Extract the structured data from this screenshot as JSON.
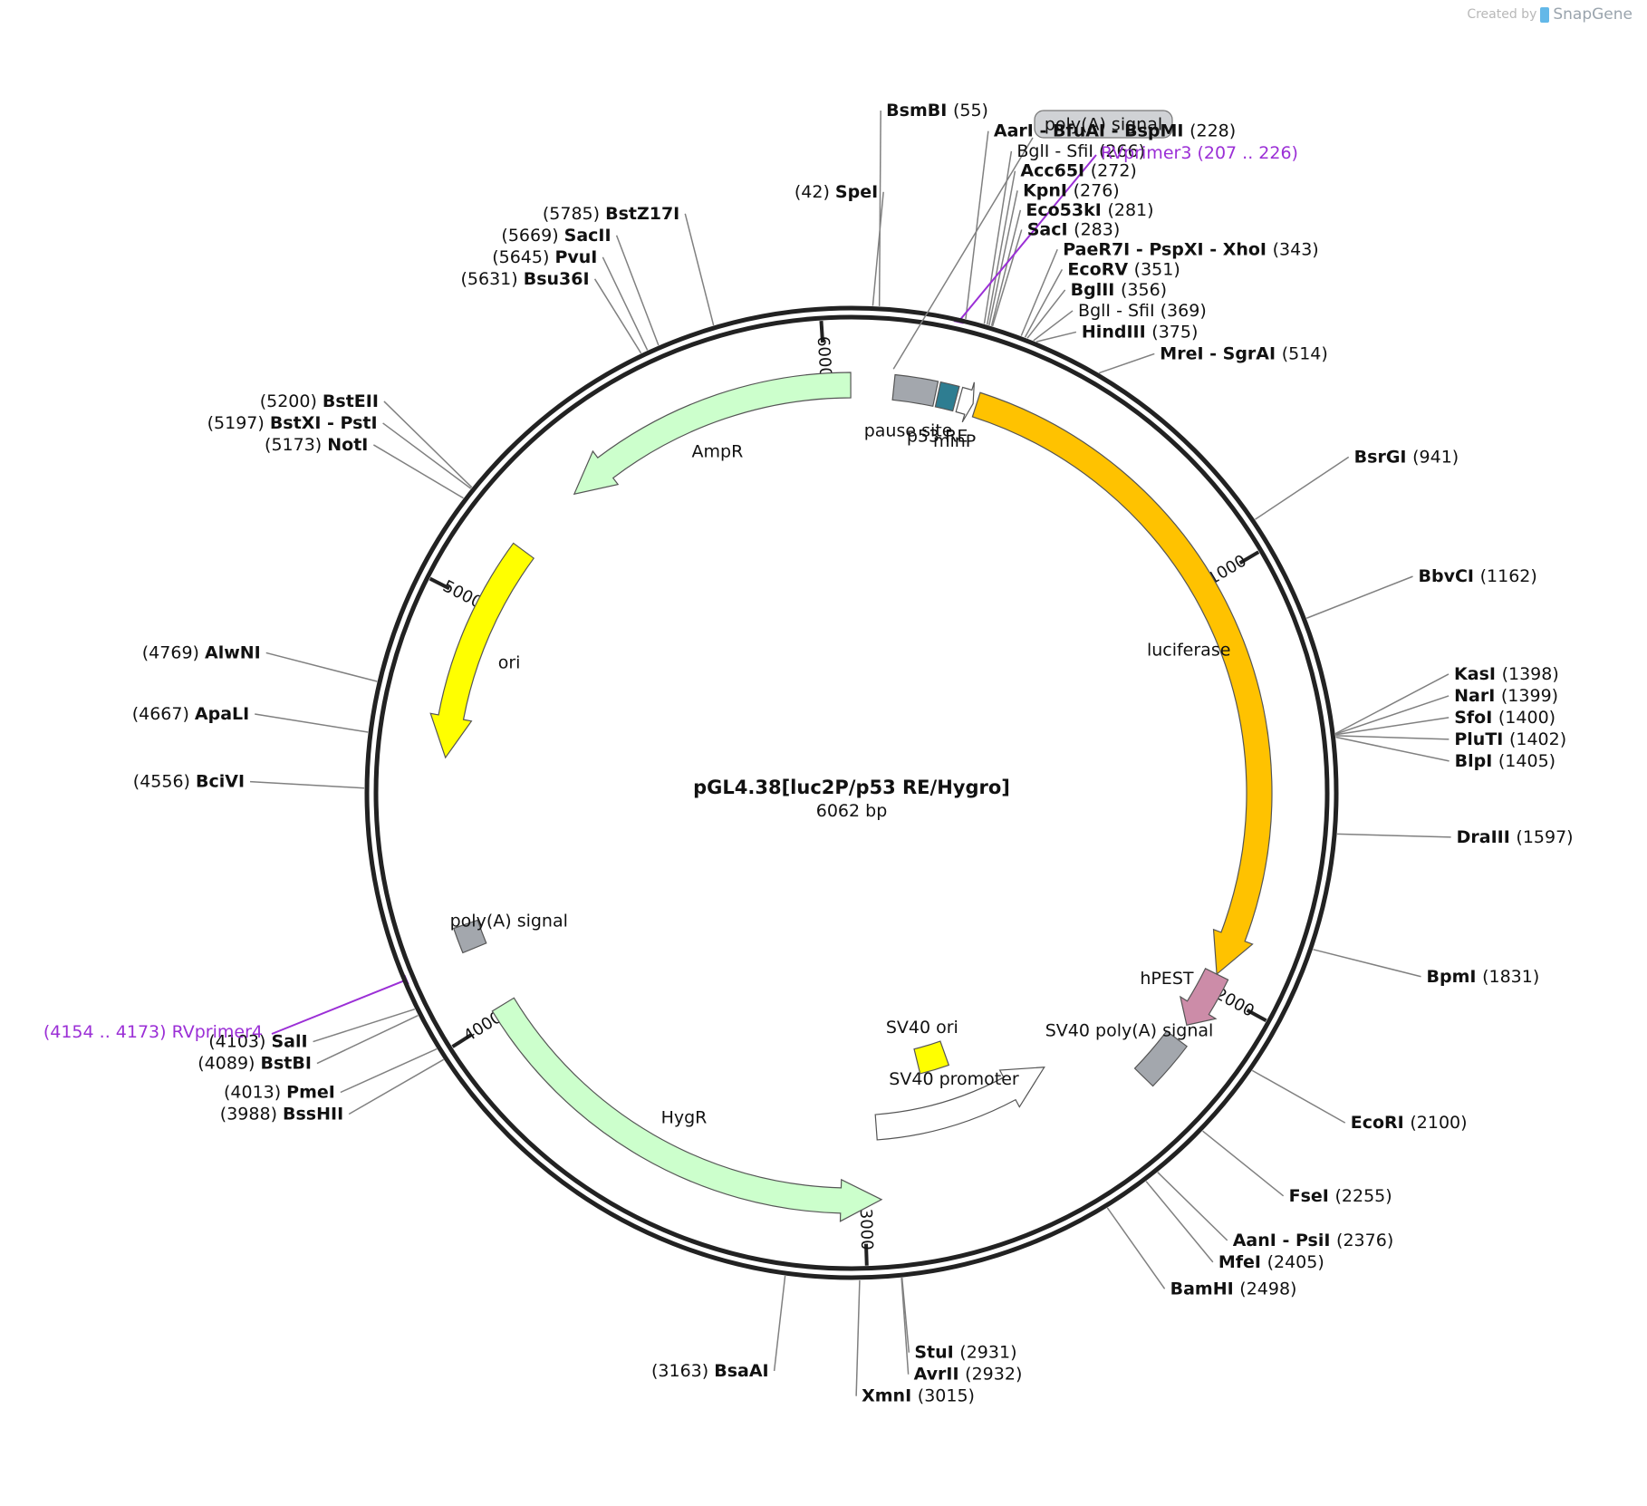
{
  "credit": {
    "prefix": "Created by",
    "brand": "SnapGene"
  },
  "plasmid": {
    "name": "pGL4.38[luc2P/p53 RE/Hygro]",
    "size_label": "6062 bp",
    "length": 6062
  },
  "ticks": [
    {
      "pos": 1000,
      "label": "1000"
    },
    {
      "pos": 2000,
      "label": "2000"
    },
    {
      "pos": 3000,
      "label": "3000"
    },
    {
      "pos": 4000,
      "label": "4000"
    },
    {
      "pos": 5000,
      "label": "5000"
    },
    {
      "pos": 6000,
      "label": "6000"
    }
  ],
  "features": [
    {
      "name": "luciferase",
      "start": 300,
      "end": 1960,
      "dir": 1,
      "color": "#ffc200",
      "track": 0,
      "label": "luciferase"
    },
    {
      "name": "hpest",
      "start": 1960,
      "end": 2100,
      "dir": 1,
      "color": "#cc8ca8",
      "track": 0,
      "label": "hPEST"
    },
    {
      "name": "sv40-polya-signal",
      "start": 2140,
      "end": 2260,
      "dir": 0,
      "color": "#a3a7ad",
      "track": 0,
      "label": "SV40 poly(A) signal"
    },
    {
      "name": "sv40-promoter",
      "start": 2440,
      "end": 2960,
      "dir": -1,
      "color": "#ffffff",
      "track": 1,
      "label": "SV40 promoter"
    },
    {
      "name": "sv40-ori",
      "start": 2700,
      "end": 2800,
      "dir": 0,
      "color": "#ffff00",
      "track": 2,
      "label": "SV40 ori"
    },
    {
      "name": "hygr",
      "start": 2960,
      "end": 4020,
      "dir": -1,
      "color": "#ccffcc",
      "track": 0,
      "label": "HygR"
    },
    {
      "name": "polya-signal-left",
      "start": 4170,
      "end": 4230,
      "dir": 0,
      "color": "#a3a7ad",
      "track": 0,
      "label": "poly(A) signal"
    },
    {
      "name": "ori",
      "start": 4630,
      "end": 5160,
      "dir": -1,
      "color": "#ffff00",
      "track": 0,
      "label": "ori"
    },
    {
      "name": "ampr",
      "start": 5340,
      "end": 6060,
      "dir": -1,
      "color": "#ccffcc",
      "track": 0,
      "label": "AmpR"
    },
    {
      "name": "pause-site",
      "start": 100,
      "end": 200,
      "dir": 0,
      "color": "#a3a7ad",
      "track": 0,
      "label": "pause site"
    },
    {
      "name": "p53-re",
      "start": 206,
      "end": 250,
      "dir": 0,
      "color": "#2e7d91",
      "track": 0,
      "label": "p53 RE"
    },
    {
      "name": "minp",
      "start": 258,
      "end": 292,
      "dir": 1,
      "color": "#ffffff",
      "track": 0,
      "label": "minP"
    }
  ],
  "callouts": [
    {
      "name": "poly-a-signal-callout",
      "label": "poly(A) signal"
    }
  ],
  "sites": [
    {
      "name": "SpeI",
      "pos": "(42)",
      "side": "L",
      "at": 42
    },
    {
      "name": "BsmBI",
      "pos": "(55)",
      "side": "R",
      "at": 55
    },
    {
      "name": "AarI  - BfuAI  - BspMI",
      "pos": "(228)",
      "side": "R",
      "at": 228
    },
    {
      "name": "BglI - SfiI",
      "pos": "(266)",
      "side": "R",
      "at": 266,
      "plain": true
    },
    {
      "name": "Acc65I",
      "pos": "(272)",
      "side": "R",
      "at": 272
    },
    {
      "name": "KpnI",
      "pos": "(276)",
      "side": "R",
      "at": 276
    },
    {
      "name": "Eco53kI",
      "pos": "(281)",
      "side": "R",
      "at": 281
    },
    {
      "name": "SacI",
      "pos": "(283)",
      "side": "R",
      "at": 283
    },
    {
      "name": "PaeR7I  - PspXI  - XhoI",
      "pos": "(343)",
      "side": "R",
      "at": 343
    },
    {
      "name": "EcoRV",
      "pos": "(351)",
      "side": "R",
      "at": 351
    },
    {
      "name": "BglII",
      "pos": "(356)",
      "side": "R",
      "at": 356
    },
    {
      "name": "BglI - SfiI",
      "pos": "(369)",
      "side": "R",
      "at": 369,
      "plain": true
    },
    {
      "name": "HindIII",
      "pos": "(375)",
      "side": "R",
      "at": 375
    },
    {
      "name": "MreI  - SgrAI",
      "pos": "(514)",
      "side": "R",
      "at": 514
    },
    {
      "name": "BsrGI",
      "pos": "(941)",
      "side": "R",
      "at": 941
    },
    {
      "name": "BbvCI",
      "pos": "(1162)",
      "side": "R",
      "at": 1162
    },
    {
      "name": "KasI",
      "pos": "(1398)",
      "side": "R",
      "at": 1398
    },
    {
      "name": "NarI",
      "pos": "(1399)",
      "side": "R",
      "at": 1399
    },
    {
      "name": "SfoI",
      "pos": "(1400)",
      "side": "R",
      "at": 1400
    },
    {
      "name": "PluTI",
      "pos": "(1402)",
      "side": "R",
      "at": 1402
    },
    {
      "name": "BlpI",
      "pos": "(1405)",
      "side": "R",
      "at": 1405
    },
    {
      "name": "DraIII",
      "pos": "(1597)",
      "side": "R",
      "at": 1597
    },
    {
      "name": "BpmI",
      "pos": "(1831)",
      "side": "R",
      "at": 1831
    },
    {
      "name": "EcoRI",
      "pos": "(2100)",
      "side": "R",
      "at": 2100
    },
    {
      "name": "FseI",
      "pos": "(2255)",
      "side": "R",
      "at": 2255
    },
    {
      "name": "AanI  - PsiI",
      "pos": "(2376)",
      "side": "R",
      "at": 2376
    },
    {
      "name": "MfeI",
      "pos": "(2405)",
      "side": "R",
      "at": 2405
    },
    {
      "name": "BamHI",
      "pos": "(2498)",
      "side": "R",
      "at": 2498
    },
    {
      "name": "StuI",
      "pos": "(2931)",
      "side": "R",
      "at": 2931
    },
    {
      "name": "AvrII",
      "pos": "(2932)",
      "side": "R",
      "at": 2932
    },
    {
      "name": "XmnI",
      "pos": "(3015)",
      "side": "R",
      "at": 3015
    },
    {
      "name": "BsaAI",
      "pos": "(3163)",
      "side": "L",
      "at": 3163
    },
    {
      "name": "BssHII",
      "pos": "(3988)",
      "side": "L",
      "at": 3988
    },
    {
      "name": "PmeI",
      "pos": "(4013)",
      "side": "L",
      "at": 4013
    },
    {
      "name": "BstBI",
      "pos": "(4089)",
      "side": "L",
      "at": 4089
    },
    {
      "name": "SalI",
      "pos": "(4103)",
      "side": "L",
      "at": 4103
    },
    {
      "name": "BciVI",
      "pos": "(4556)",
      "side": "L",
      "at": 4556
    },
    {
      "name": "ApaLI",
      "pos": "(4667)",
      "side": "L",
      "at": 4667
    },
    {
      "name": "AlwNI",
      "pos": "(4769)",
      "side": "L",
      "at": 4769
    },
    {
      "name": "NotI",
      "pos": "(5173)",
      "side": "L",
      "at": 5173
    },
    {
      "name": "BstXI  - PstI",
      "pos": "(5197)",
      "side": "L",
      "at": 5197
    },
    {
      "name": "BstEII",
      "pos": "(5200)",
      "side": "L",
      "at": 5200
    },
    {
      "name": "Bsu36I",
      "pos": "(5631)",
      "side": "L",
      "at": 5631
    },
    {
      "name": "PvuI",
      "pos": "(5645)",
      "side": "L",
      "at": 5645
    },
    {
      "name": "SacII",
      "pos": "(5669)",
      "side": "L",
      "at": 5669
    },
    {
      "name": "BstZ17I",
      "pos": "(5785)",
      "side": "L",
      "at": 5785
    }
  ],
  "primers": [
    {
      "name": "RVprimer3",
      "range": "(207 .. 226)",
      "at": 216
    },
    {
      "name": "RVprimer4",
      "range": "(4154 .. 4173)",
      "at": 4163
    }
  ],
  "colors": {
    "backbone": "#222222",
    "leader": "#808080",
    "primer": "#9b2fd6"
  }
}
